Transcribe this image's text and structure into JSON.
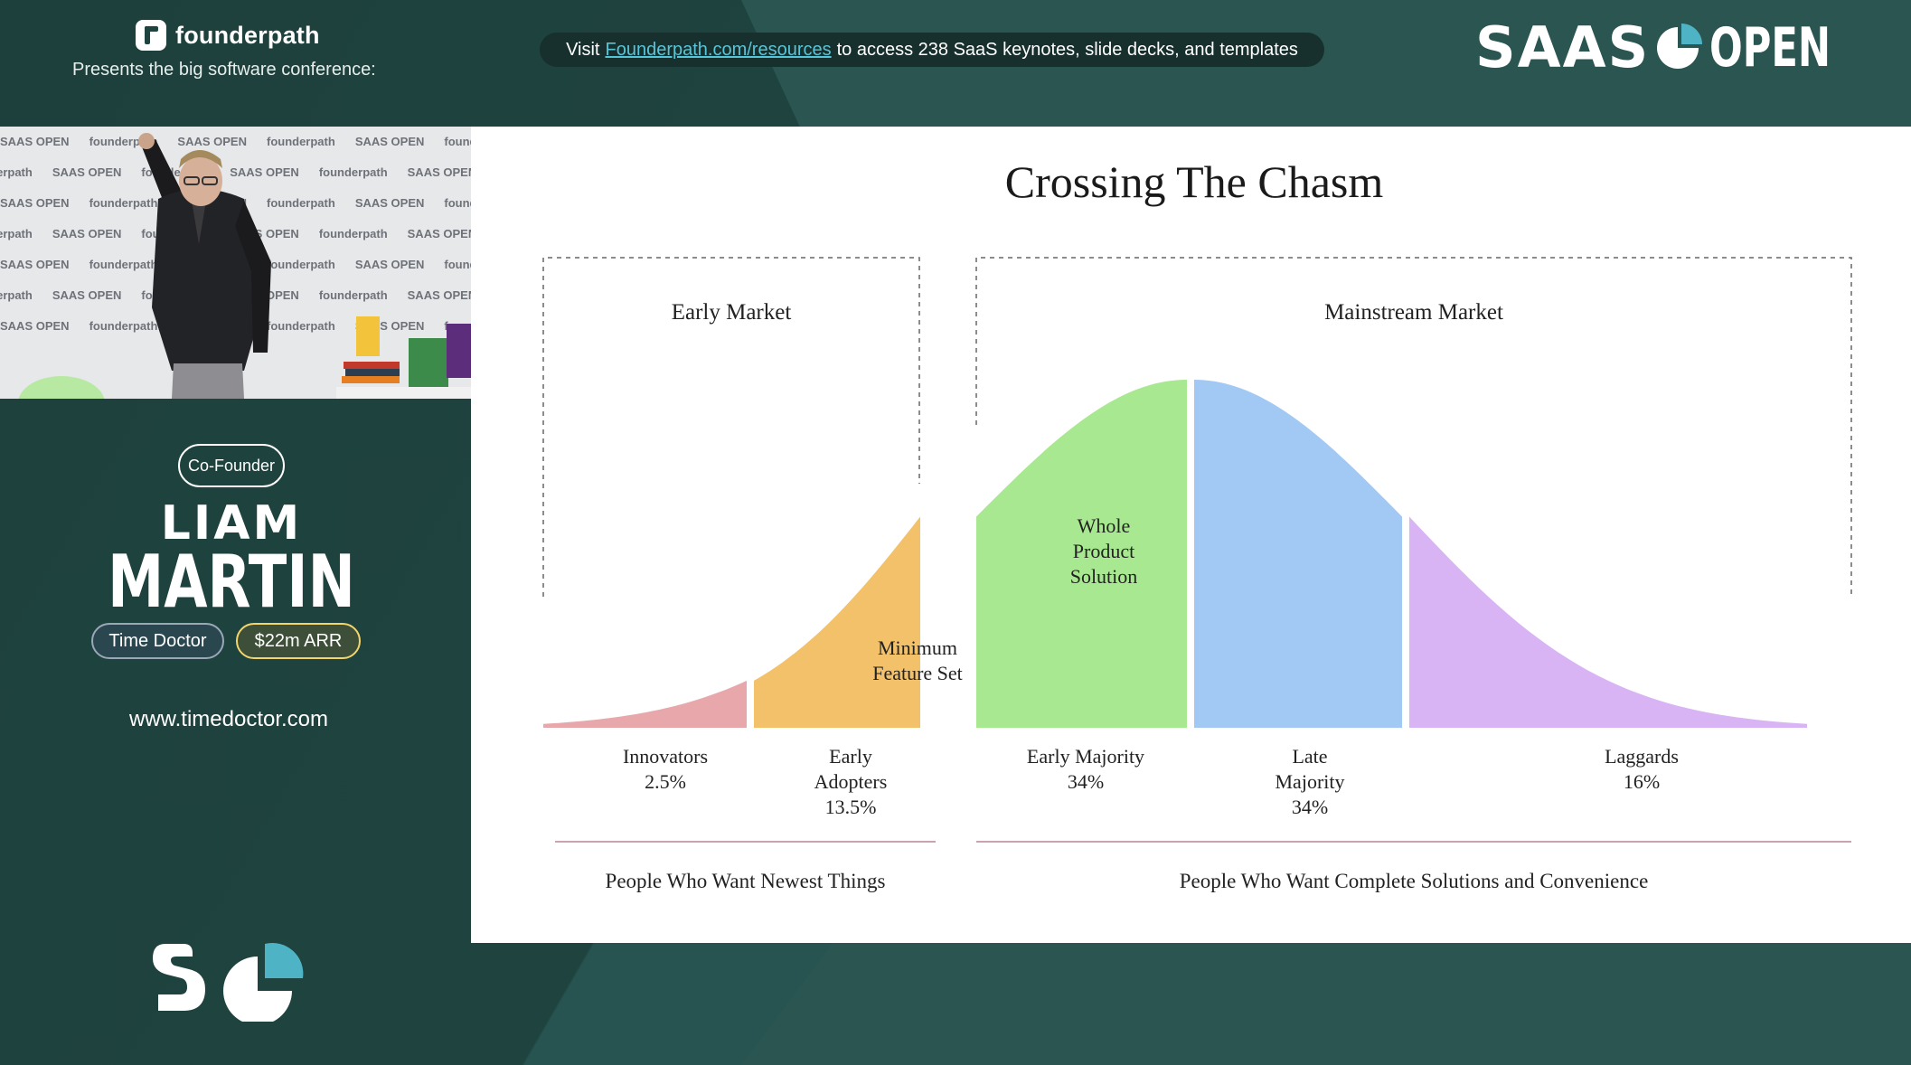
{
  "header": {
    "brand_name": "founderpath",
    "tagline": "Presents the big software conference:",
    "visit_prefix": "Visit",
    "visit_link": "Founderpath.com/resources",
    "visit_suffix": "to access 238 SaaS keynotes, slide decks, and templates",
    "logo_saas": "SAAS",
    "logo_open": "OPEN"
  },
  "video": {
    "wall_text_a": "founderpath",
    "wall_text_b": "SAAS OPEN"
  },
  "speaker": {
    "role": "Co-Founder",
    "first_name": "LIAM",
    "last_name": "MARTIN",
    "company": "Time Doctor",
    "arr": "$22m ARR",
    "website": "www.timedoctor.com"
  },
  "slide": {
    "title": "Crossing The Chasm",
    "early_market": "Early Market",
    "mainstream_market": "Mainstream Market",
    "bottom_left": "People Who Want Newest Things",
    "bottom_right": "People Who Want Complete Solutions and Convenience"
  },
  "chart_data": {
    "type": "area",
    "title": "Crossing The Chasm",
    "categories": [
      "Innovators",
      "Early Adopters",
      "Early Majority",
      "Late Majority",
      "Laggards"
    ],
    "values": [
      2.5,
      13.5,
      34,
      34,
      16
    ],
    "value_labels": [
      "2.5%",
      "13.5%",
      "34%",
      "34%",
      "16%"
    ],
    "colors": [
      "#e8a7aa",
      "#f2c16a",
      "#a8e890",
      "#a2c9f4",
      "#d8b4f4"
    ],
    "annotations": [
      "Minimum Feature Set",
      "Whole Product Solution"
    ],
    "segment_labels": {
      "innovators": [
        "Innovators",
        "2.5%"
      ],
      "early_adopters": [
        "Early",
        "Adopters",
        "13.5%"
      ],
      "early_majority": [
        "Early Majority",
        "34%"
      ],
      "late_majority": [
        "Late",
        "Majority",
        "34%"
      ],
      "laggards": [
        "Laggards",
        "16%"
      ]
    },
    "annotation_lines": {
      "minimum_feature_set": [
        "Minimum",
        "Feature Set"
      ],
      "whole_product_solution": [
        "Whole",
        "Product",
        "Solution"
      ]
    }
  }
}
